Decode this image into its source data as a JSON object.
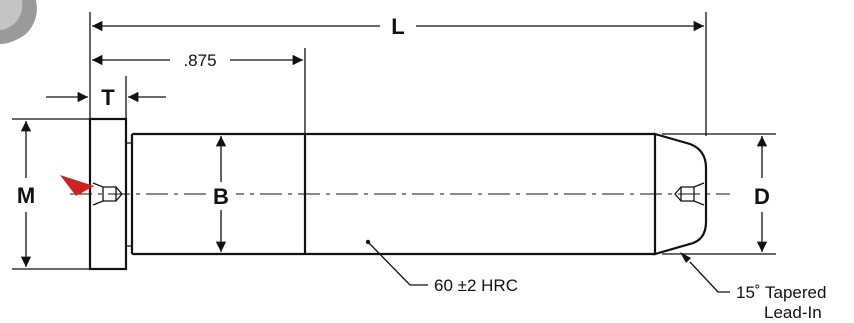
{
  "dimensions": {
    "overall_length": "L",
    "shoulder_distance": ".875",
    "head_thickness": "T",
    "head_diameter": "M",
    "body_diameter": "B",
    "tip_diameter": "D"
  },
  "notes": {
    "hardness": "60 ±2 HRC",
    "taper_line1": "15˚ Tapered",
    "taper_line2": "Lead-In"
  },
  "colors": {
    "marker": "#cc2222",
    "line": "#111111"
  }
}
